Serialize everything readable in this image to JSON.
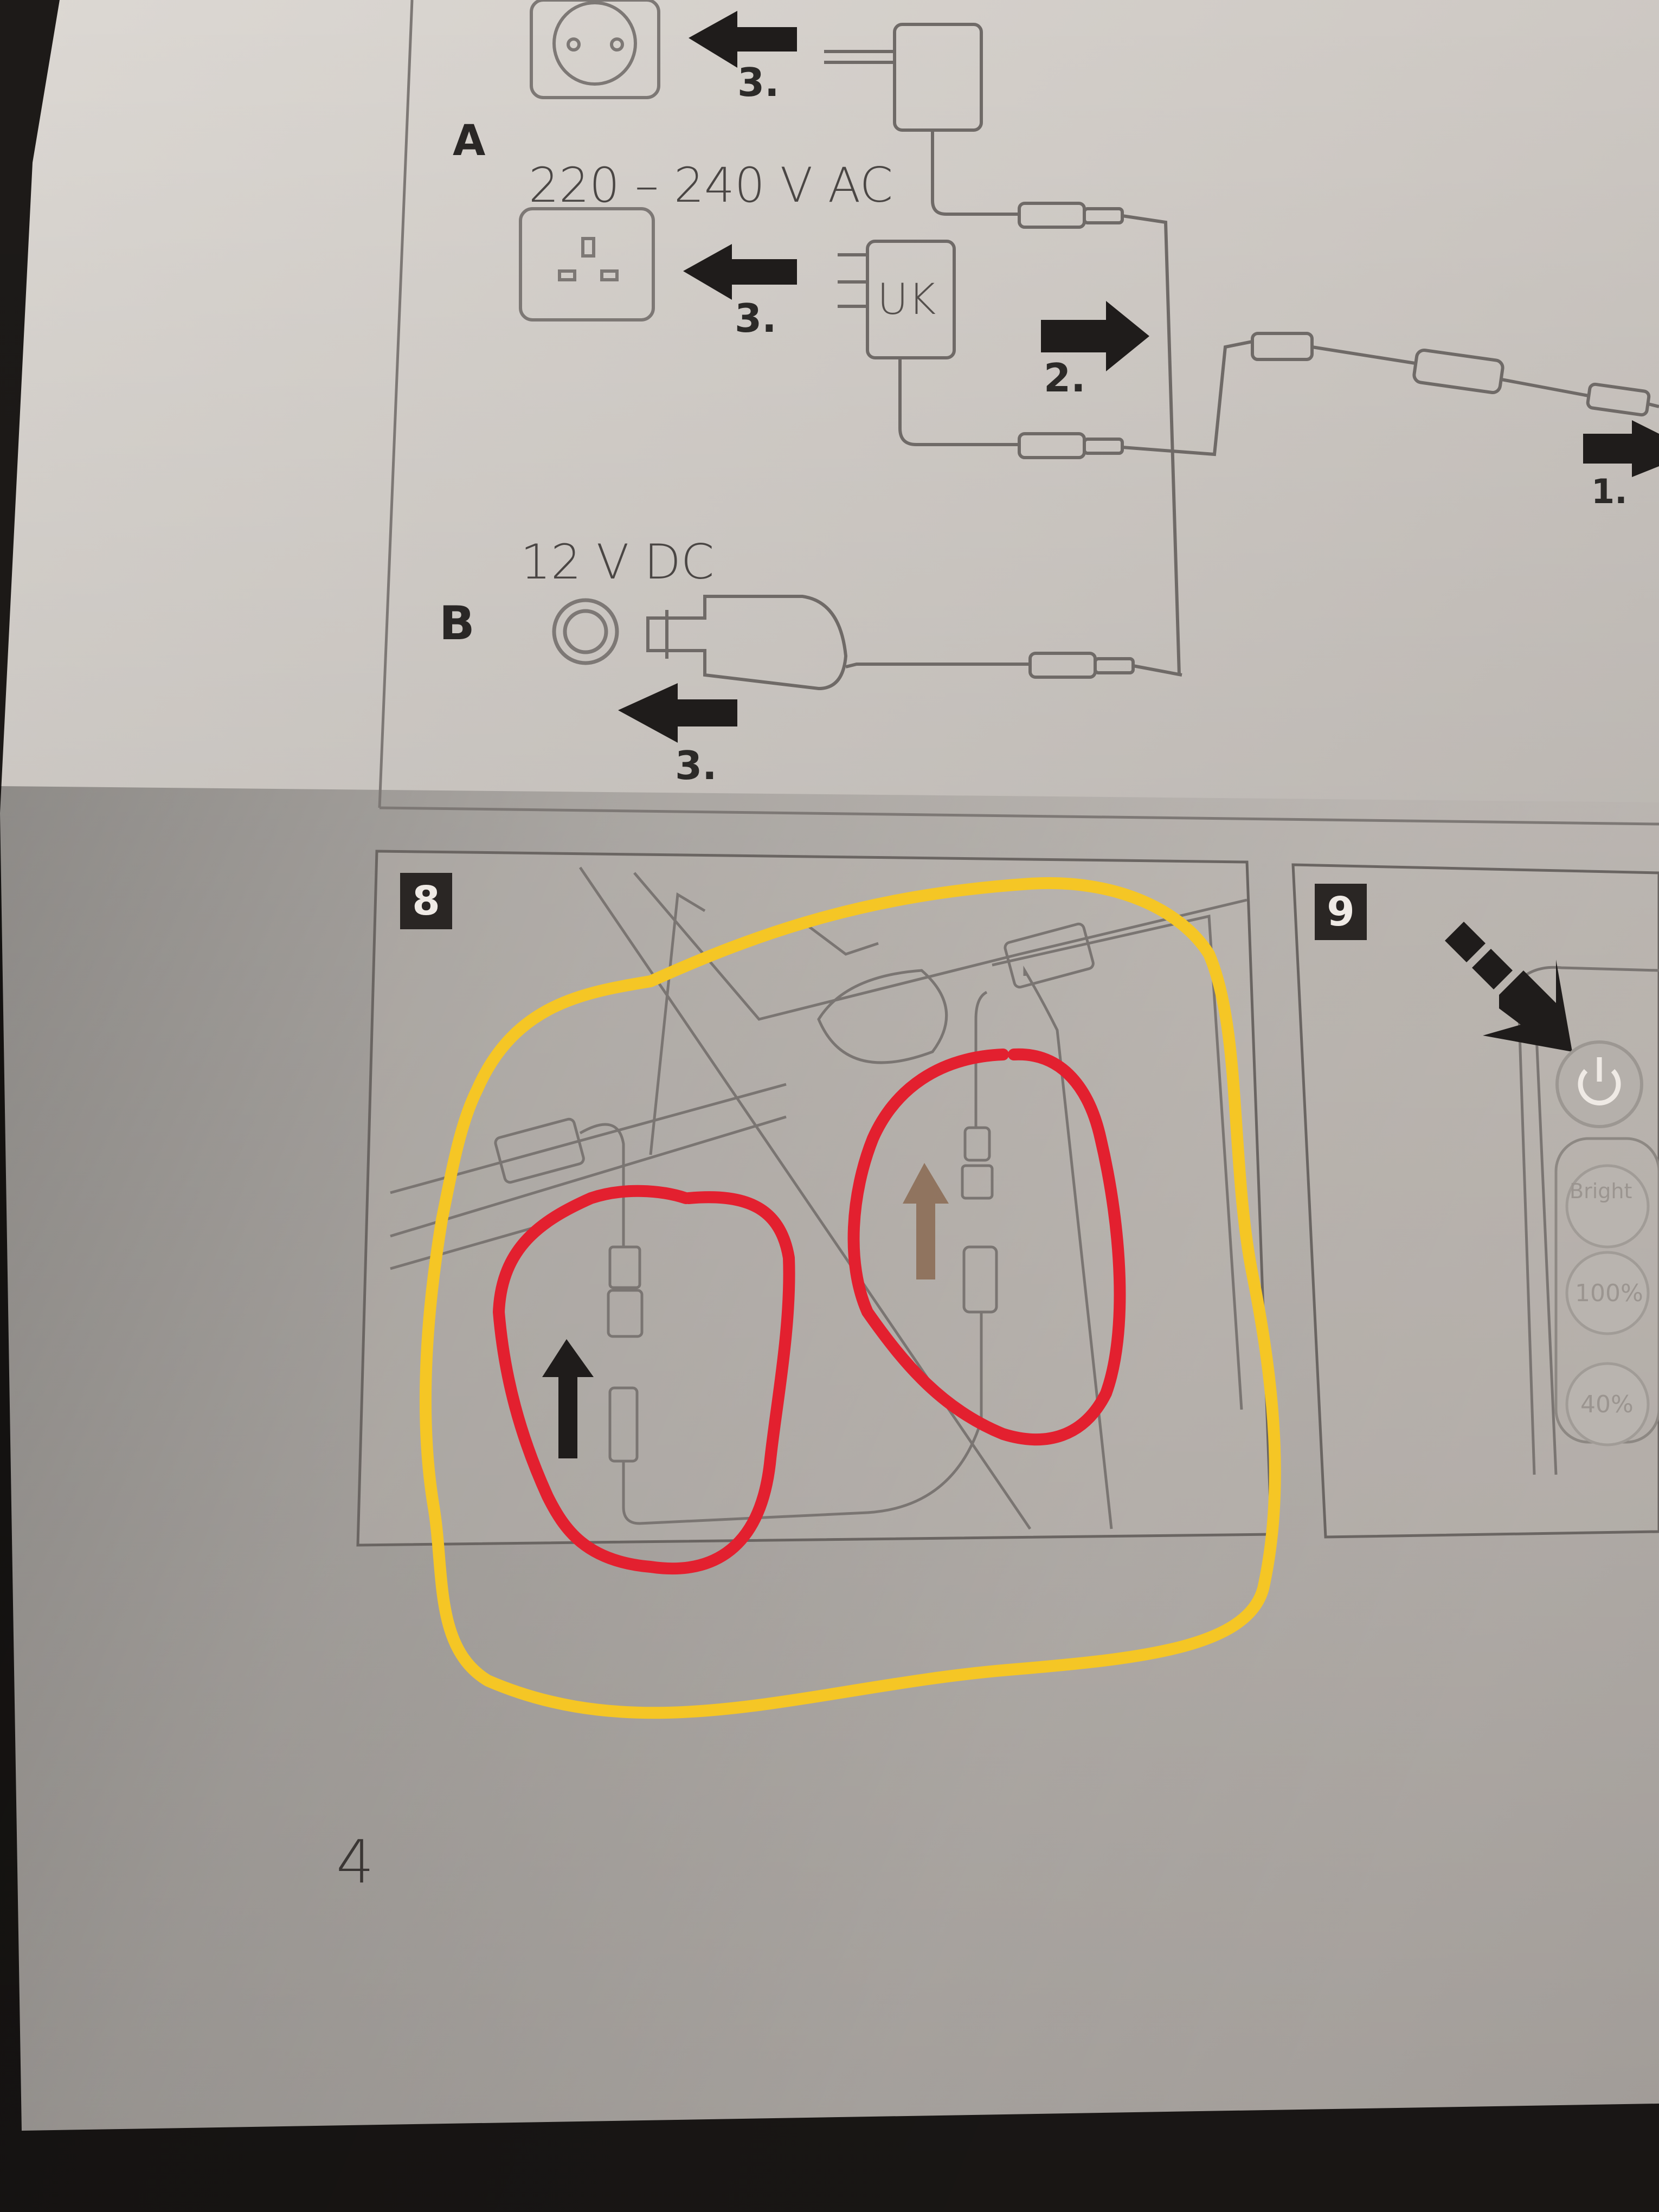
{
  "section_a": {
    "marker": "A",
    "voltage_label": "220 – 240 V AC",
    "plug_label": "UK",
    "step_eu": "3.",
    "step_uk": "3."
  },
  "section_b": {
    "marker": "B",
    "voltage_label": "12 V DC",
    "step": "3."
  },
  "steps": {
    "connect": "2.",
    "first": "1."
  },
  "panel8": {
    "number": "8"
  },
  "panel9": {
    "number": "9",
    "buttons": [
      "Bright",
      "100%",
      "40%"
    ]
  },
  "page_number": "4",
  "annotation_colors": {
    "outer": "#f5c625",
    "inner": "#e3202f"
  }
}
